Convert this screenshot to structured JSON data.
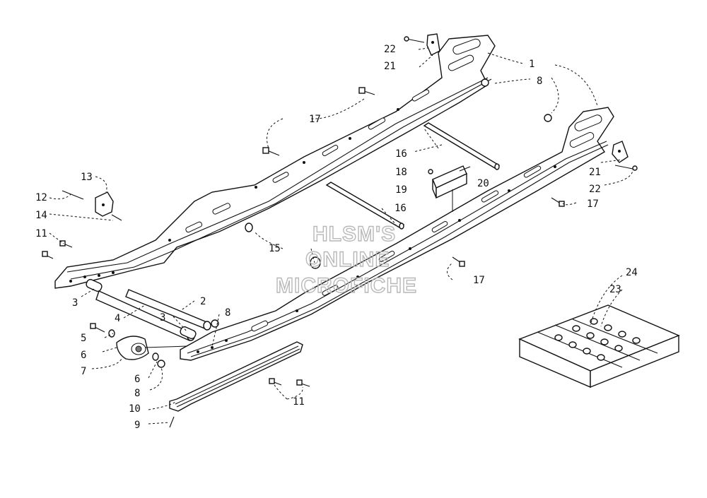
{
  "watermark": {
    "line1": "HLSM'S",
    "line2": "ONLINE",
    "line3": "MICROFICHE"
  },
  "callouts": [
    {
      "id": "c1",
      "number": "1"
    },
    {
      "id": "c2",
      "number": "2"
    },
    {
      "id": "c3a",
      "number": "3"
    },
    {
      "id": "c3b",
      "number": "3"
    },
    {
      "id": "c4",
      "number": "4"
    },
    {
      "id": "c5",
      "number": "5"
    },
    {
      "id": "c6a",
      "number": "6"
    },
    {
      "id": "c6b",
      "number": "6"
    },
    {
      "id": "c7",
      "number": "7"
    },
    {
      "id": "c8a",
      "number": "8"
    },
    {
      "id": "c8b",
      "number": "8"
    },
    {
      "id": "c8c",
      "number": "8"
    },
    {
      "id": "c9",
      "number": "9"
    },
    {
      "id": "c10",
      "number": "10"
    },
    {
      "id": "c11a",
      "number": "11"
    },
    {
      "id": "c11b",
      "number": "11"
    },
    {
      "id": "c12",
      "number": "12"
    },
    {
      "id": "c13",
      "number": "13"
    },
    {
      "id": "c14",
      "number": "14"
    },
    {
      "id": "c15",
      "number": "15"
    },
    {
      "id": "c16a",
      "number": "16"
    },
    {
      "id": "c16b",
      "number": "16"
    },
    {
      "id": "c17a",
      "number": "17"
    },
    {
      "id": "c17b",
      "number": "17"
    },
    {
      "id": "c17c",
      "number": "17"
    },
    {
      "id": "c18",
      "number": "18"
    },
    {
      "id": "c19",
      "number": "19"
    },
    {
      "id": "c20",
      "number": "20"
    },
    {
      "id": "c21a",
      "number": "21"
    },
    {
      "id": "c21b",
      "number": "21"
    },
    {
      "id": "c22a",
      "number": "22"
    },
    {
      "id": "c22b",
      "number": "22"
    },
    {
      "id": "c23",
      "number": "23"
    },
    {
      "id": "c24",
      "number": "24"
    }
  ]
}
